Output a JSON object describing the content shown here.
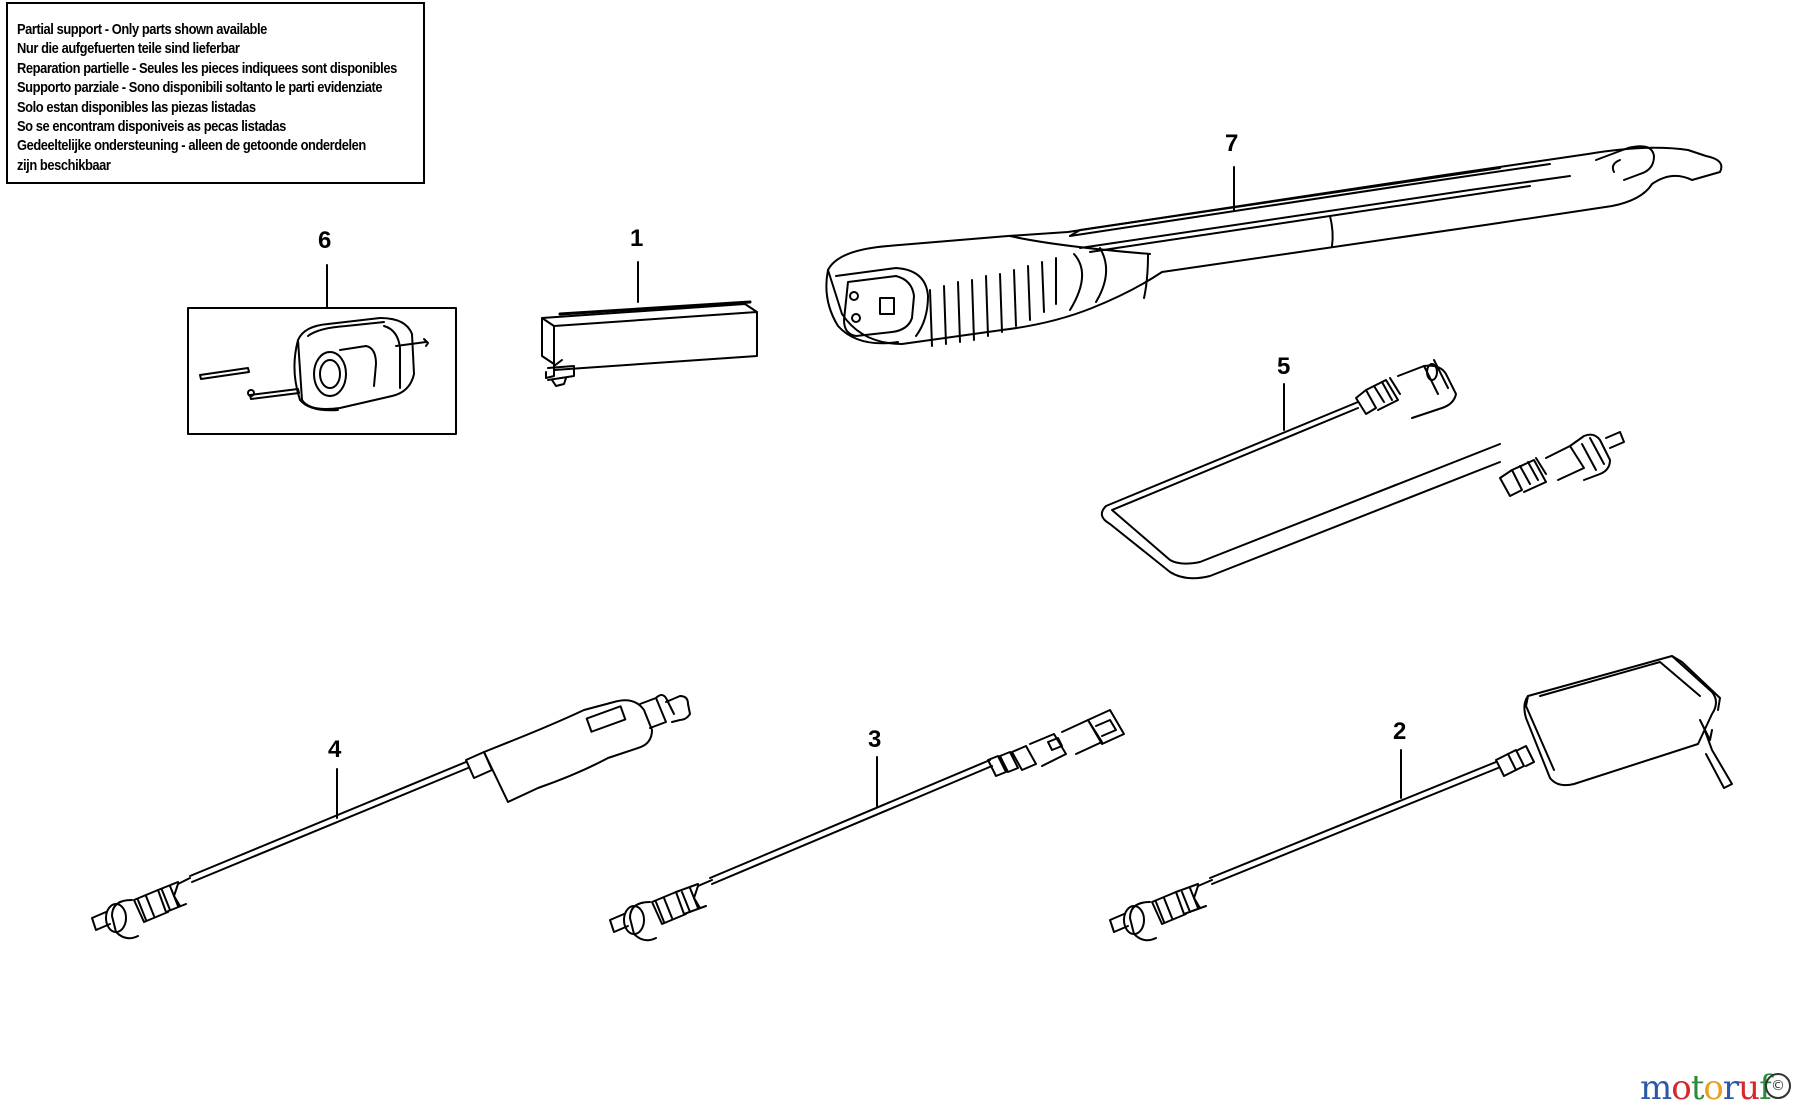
{
  "notice": {
    "lines": [
      "Partial support - Only parts shown available",
      "Nur die aufgefuerten teile sind lieferbar",
      "Reparation partielle - Seules les pieces indiquees sont disponibles",
      "Supporto parziale - Sono disponibili soltanto le parti evidenziate",
      "Solo estan disponibles las piezas listadas",
      "So se encontram disponiveis as pecas listadas",
      "Gedeeltelijke ondersteuning - alleen de getoonde onderdelen",
      "zijn beschikbaar"
    ]
  },
  "parts": [
    {
      "number": "1",
      "item": "battery-pack"
    },
    {
      "number": "2",
      "item": "wall-charger"
    },
    {
      "number": "3",
      "item": "usb-cable"
    },
    {
      "number": "4",
      "item": "car-charger"
    },
    {
      "number": "5",
      "item": "connector-cable"
    },
    {
      "number": "6",
      "item": "end-cap-with-screws"
    },
    {
      "number": "7",
      "item": "work-light-housing"
    }
  ],
  "watermark": {
    "letters": [
      "m",
      "o",
      "t",
      "o",
      "r",
      "u",
      "f"
    ],
    "colors": [
      "#2b58a8",
      "#d8262b",
      "#2b8a3e",
      "#e8a21b",
      "#2b58a8",
      "#d8262b",
      "#2b8a3e"
    ],
    "copyright_symbol": "©"
  }
}
